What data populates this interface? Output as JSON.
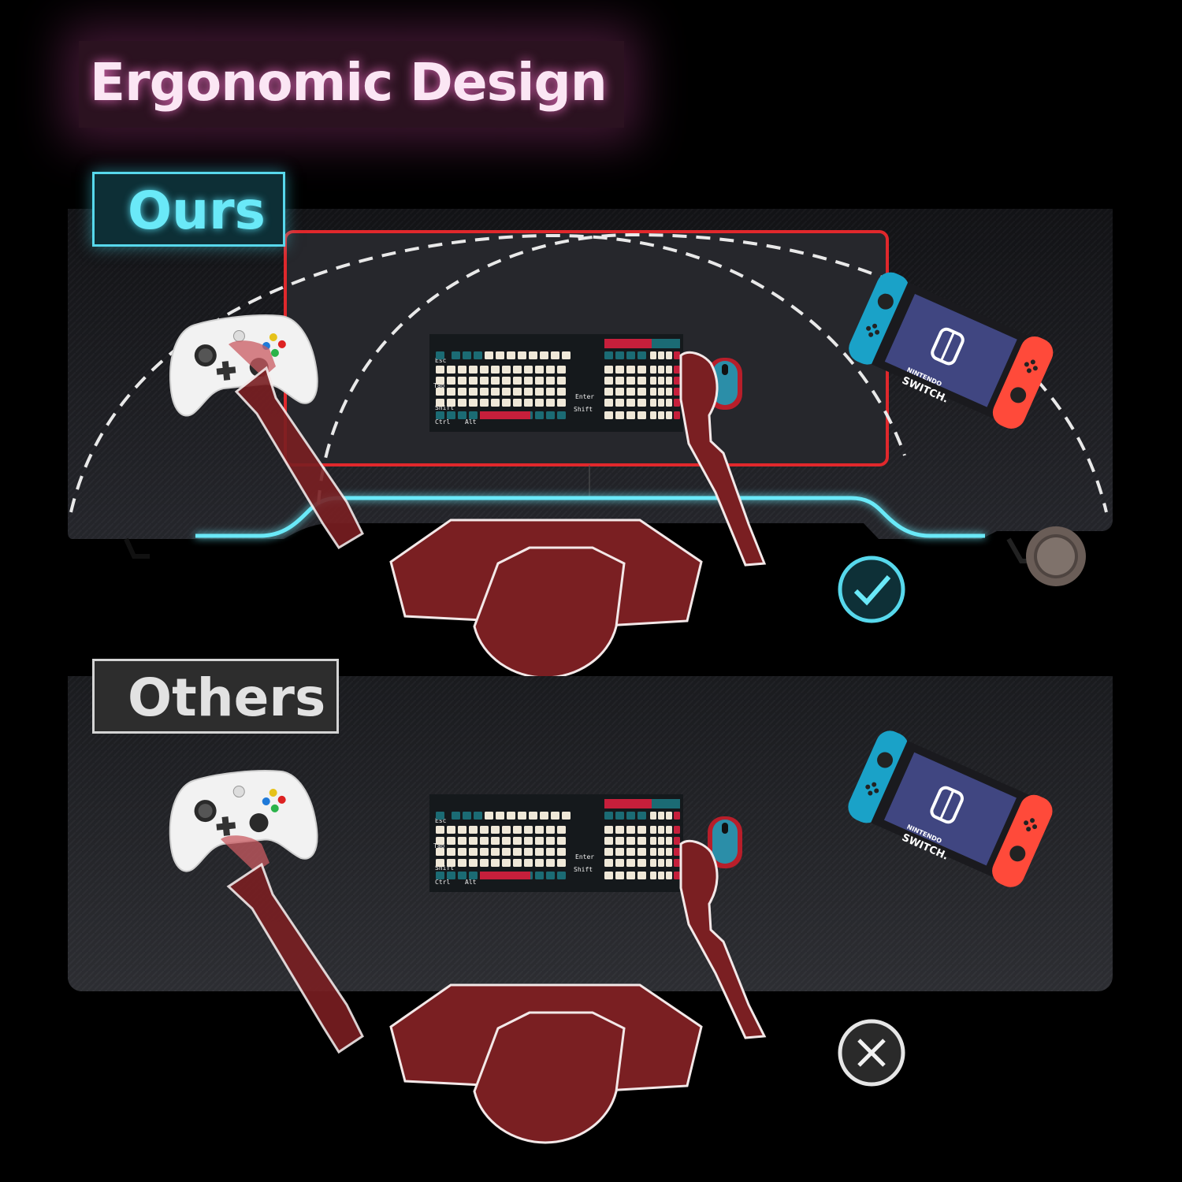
{
  "title": "Ergonomic Design",
  "ours": {
    "label": "Ours",
    "keyboard": {
      "esc": "Esc",
      "enter": "Enter",
      "shift": "Shift",
      "ctrl": "Ctrl",
      "alt": "Alt",
      "tab": "Tab"
    },
    "switch_brand": [
      "NINTENDO",
      "SWITCH."
    ]
  },
  "others": {
    "label": "Others",
    "keyboard": {
      "esc": "Esc",
      "enter": "Enter",
      "shift": "Shift",
      "ctrl": "Ctrl",
      "alt": "Alt",
      "tab": "Tab"
    },
    "switch_brand": [
      "NINTENDO",
      "SWITCH."
    ]
  },
  "colors": {
    "accent_cyan": "#57d8ec",
    "body_red": "#7a1f22",
    "mat_red": "#e0282c",
    "title_pink": "#fbe6f4",
    "joycon_blue": "#1aa2c8",
    "joycon_red": "#ff4a3a"
  },
  "icons": {
    "good": "check-circle-icon",
    "bad": "x-circle-icon"
  }
}
